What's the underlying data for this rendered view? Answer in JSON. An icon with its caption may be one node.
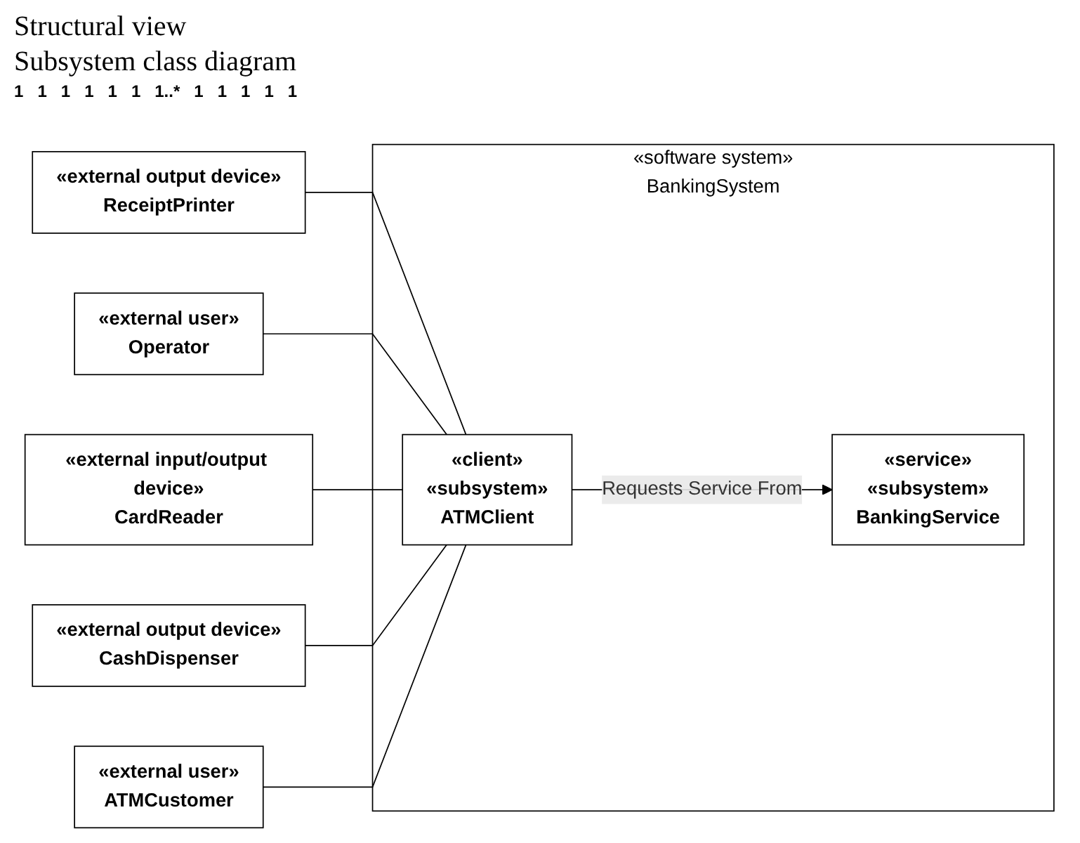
{
  "diagram": {
    "nodes": [
      {
        "text": [
          "«external output device»",
          "ReceiptPrinter"
        ]
      },
      {
        "text": [
          "«external user»",
          "Operator"
        ]
      },
      {
        "text": [
          "«software system»",
          "BankingSystem"
        ]
      },
      {
        "text": [
          "«external input/output device»",
          "CardReader"
        ]
      },
      {
        "text": [
          "«client»",
          "«subsystem»",
          "ATMClient"
        ],
        "in": 2
      },
      {
        "text": [
          "«service»",
          "«subsystem»",
          "BankingService"
        ],
        "in": 2
      },
      {
        "text": [
          "«external output device»",
          "CashDispenser"
        ]
      },
      {
        "text": [
          "«external user»",
          "ATMCustomer"
        ]
      }
    ],
    "edges": [
      {
        "from": 0,
        "to": 4,
        "arrow": "none"
      },
      {
        "from": 1,
        "to": 4,
        "arrow": "none"
      },
      {
        "from": 3,
        "to": 4,
        "arrow": "none"
      },
      {
        "from": 4,
        "to": 5,
        "label": "Requests Service From",
        "arrow": "to"
      },
      {
        "from": 6,
        "to": 4,
        "arrow": "none"
      },
      {
        "from": 7,
        "to": 4,
        "arrow": "none"
      }
    ],
    "labels": [
      "Structural view",
      "Subsystem class diagram",
      "1",
      "1",
      "1",
      "1",
      "1",
      "1",
      "1..*",
      "1",
      "1",
      "1",
      "1",
      "1"
    ]
  }
}
